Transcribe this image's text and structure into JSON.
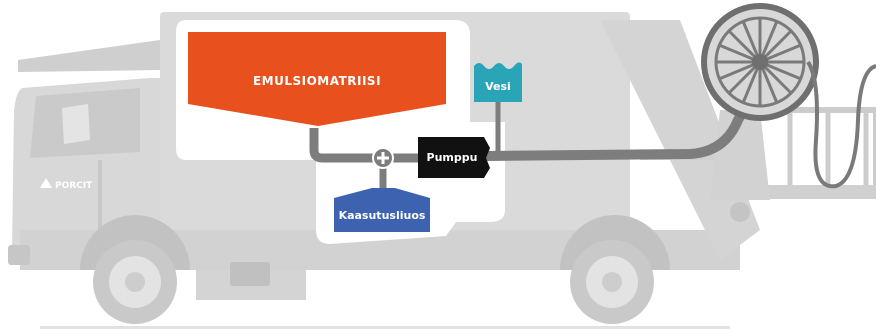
{
  "labels": {
    "emulsion": "EMULSIOMATRIISI",
    "water": "Vesi",
    "pump": "Pumppu",
    "gassing": "Kaasutusliuos",
    "brand": "PORCIT"
  },
  "colors": {
    "emulsion": "#e8511e",
    "water": "#2aa5b8",
    "pump": "#111111",
    "gassing": "#3d63b0",
    "truck": "#d6d6d6",
    "truck_dark": "#c4c4c4",
    "pipe": "#7d7d7d",
    "panel": "#ffffff"
  },
  "icons": {
    "connector": "plus-icon",
    "water": "wave-icon"
  }
}
